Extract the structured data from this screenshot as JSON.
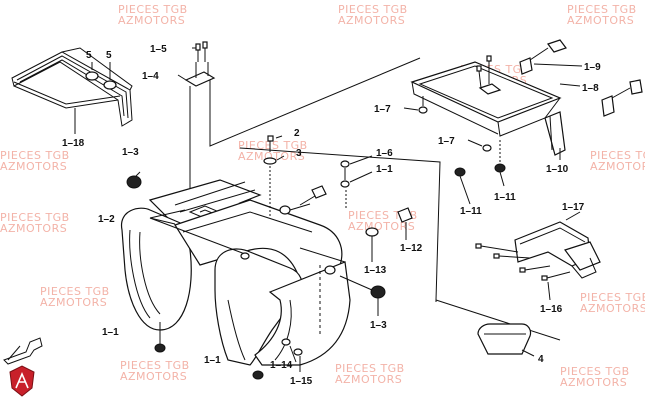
{
  "watermark": {
    "line1": "PIECES TGB",
    "line2": "AZMOTORS",
    "color": "#f3b3a8"
  },
  "logo": {
    "name": "az-shield-logo",
    "color": "#c8202a"
  },
  "callouts": {
    "c5a": "5",
    "c5b": "5",
    "c1_18": "1–18",
    "c1_5": "1–5",
    "c1_4": "1–4",
    "c1_3": "1–3",
    "c1_2": "1–2",
    "c1_1a": "1–1",
    "c1_1b": "1–1",
    "c2": "2",
    "c3a": "3",
    "c1_6": "1–6",
    "c1_1c": "1–1",
    "c1_12": "1–12",
    "c1_13": "1–13",
    "c1_3b": "1–3",
    "c1_14": "1–14",
    "c1_15": "1–15",
    "c1_9": "1–9",
    "c1_8": "1–8",
    "c1_7a": "1–7",
    "c1_7b": "1–7",
    "c1_10": "1–10",
    "c1_11a": "1–11",
    "c1_11b": "1–11",
    "c1_17": "1–17",
    "c1_16": "1–16",
    "c4": "4"
  }
}
